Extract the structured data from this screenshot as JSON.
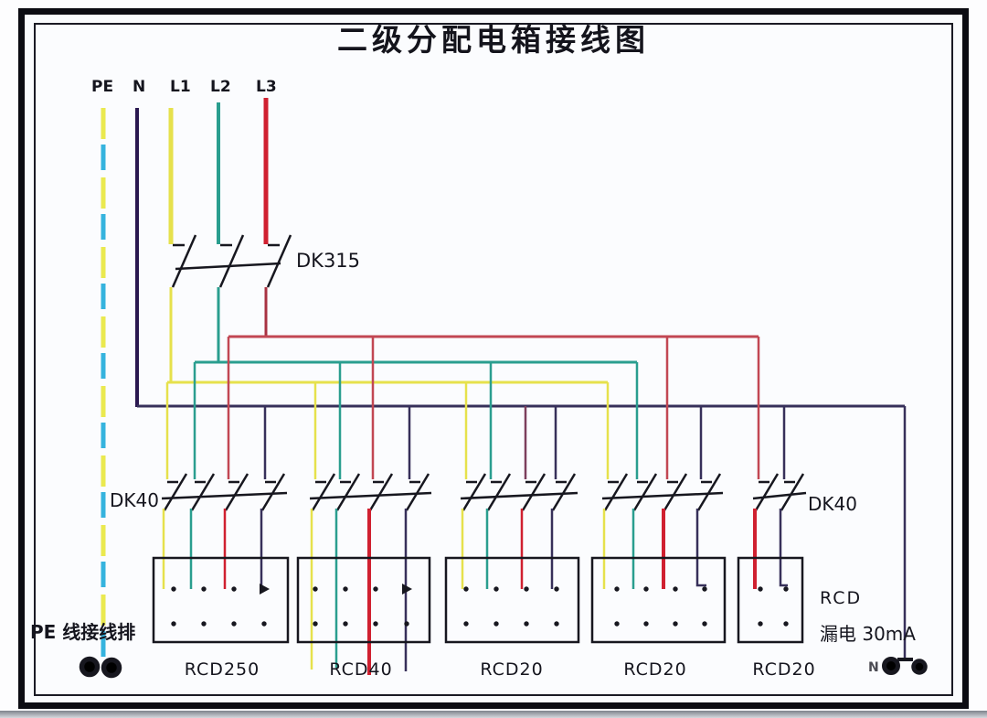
{
  "title": "二级分配电箱接线图",
  "incoming": {
    "pe": "PE",
    "n": "N",
    "l1": "L1",
    "l2": "L2",
    "l3": "L3"
  },
  "main_breaker": {
    "label": "DK315"
  },
  "branch_breakers": {
    "left_label": "DK40",
    "right_label": "DK40"
  },
  "rcd_units": [
    {
      "label": "RCD250"
    },
    {
      "label": "RCD40"
    },
    {
      "label": "RCD20"
    },
    {
      "label": "RCD20"
    },
    {
      "label": "RCD20"
    }
  ],
  "annotations": {
    "rcd": "RCD",
    "leakage": "漏电 30mA",
    "pe_terminal": "PE 线接线排",
    "neutral_terminal": "N"
  },
  "colors": {
    "yellow": "#e6e14c",
    "teal": "#2a9e8f",
    "red": "#d02030",
    "red_bus": "#c24753",
    "red_dark": "#a83242",
    "maroon": "#7c3f5c",
    "neutral": "#37305a",
    "neutral_feed": "#2a1850",
    "pe_yellow": "#eae94f",
    "pe_cyan": "#35b3de",
    "ink": "#17171f"
  }
}
